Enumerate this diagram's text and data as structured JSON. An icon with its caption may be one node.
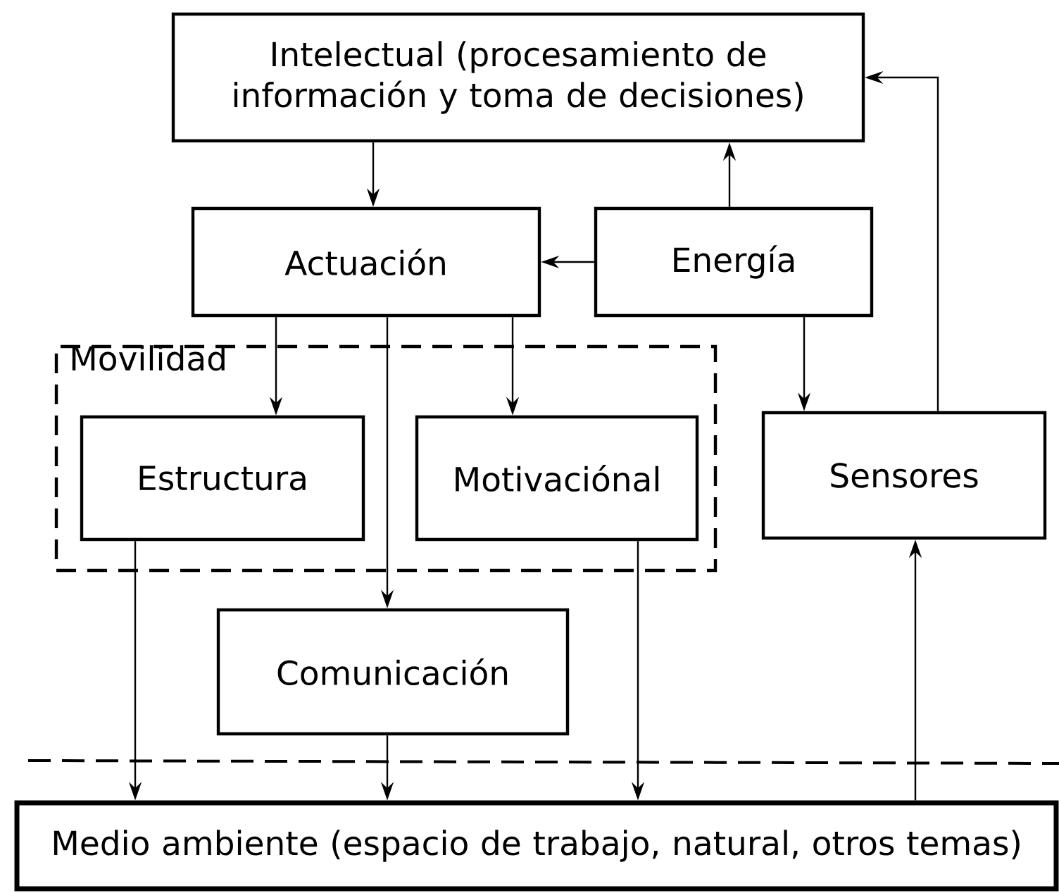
{
  "diagram": {
    "nodes": [
      {
        "text": [
          "Intelectual (procesamiento de información y toma de decisiones)"
        ]
      },
      {
        "text": [
          "Actuación"
        ]
      },
      {
        "text": [
          "Energía"
        ]
      },
      {
        "text": [
          "Movilidad"
        ]
      },
      {
        "text": [
          "Estructura"
        ],
        "in": 3
      },
      {
        "text": [
          "Motivaciónal"
        ],
        "in": 3
      },
      {
        "text": [
          "Sensores"
        ]
      },
      {
        "text": [
          "Comunicación"
        ]
      },
      {
        "text": [
          "Medio ambiente (espacio de trabajo, natural, otros temas)"
        ]
      }
    ],
    "edges": [
      {
        "from": 0,
        "to": 1,
        "arrow": "to"
      },
      {
        "from": 2,
        "to": 0,
        "arrow": "to"
      },
      {
        "from": 2,
        "to": 1,
        "arrow": "to"
      },
      {
        "from": 1,
        "to": 4,
        "arrow": "to"
      },
      {
        "from": 1,
        "to": 7,
        "arrow": "to"
      },
      {
        "from": 1,
        "to": 5,
        "arrow": "to"
      },
      {
        "from": 2,
        "to": 6,
        "arrow": "to"
      },
      {
        "from": 6,
        "to": 0,
        "arrow": "to"
      },
      {
        "from": 4,
        "to": 8,
        "arrow": "to"
      },
      {
        "from": 7,
        "to": 8,
        "arrow": "to"
      },
      {
        "from": 5,
        "to": 8,
        "arrow": "to"
      },
      {
        "from": 8,
        "to": 6,
        "arrow": "to"
      }
    ]
  }
}
